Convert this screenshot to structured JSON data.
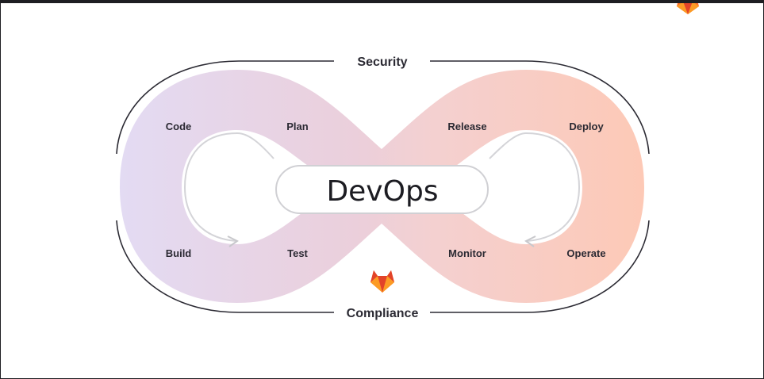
{
  "diagram": {
    "center_label": "DevOps",
    "top_label": "Security",
    "bottom_label": "Compliance",
    "stages": {
      "code": "Code",
      "plan": "Plan",
      "build": "Build",
      "test": "Test",
      "release": "Release",
      "deploy": "Deploy",
      "monitor": "Monitor",
      "operate": "Operate"
    },
    "colors": {
      "left_loop": "#e3d9f2",
      "right_loop": "#fbc9b8",
      "logo_primary": "#e24329",
      "logo_secondary": "#fc6d26",
      "logo_tertiary": "#fca326"
    },
    "icons": [
      "gitlab-logo-icon",
      "gitlab-logo-partial-icon",
      "loop-arrow-icon"
    ]
  }
}
